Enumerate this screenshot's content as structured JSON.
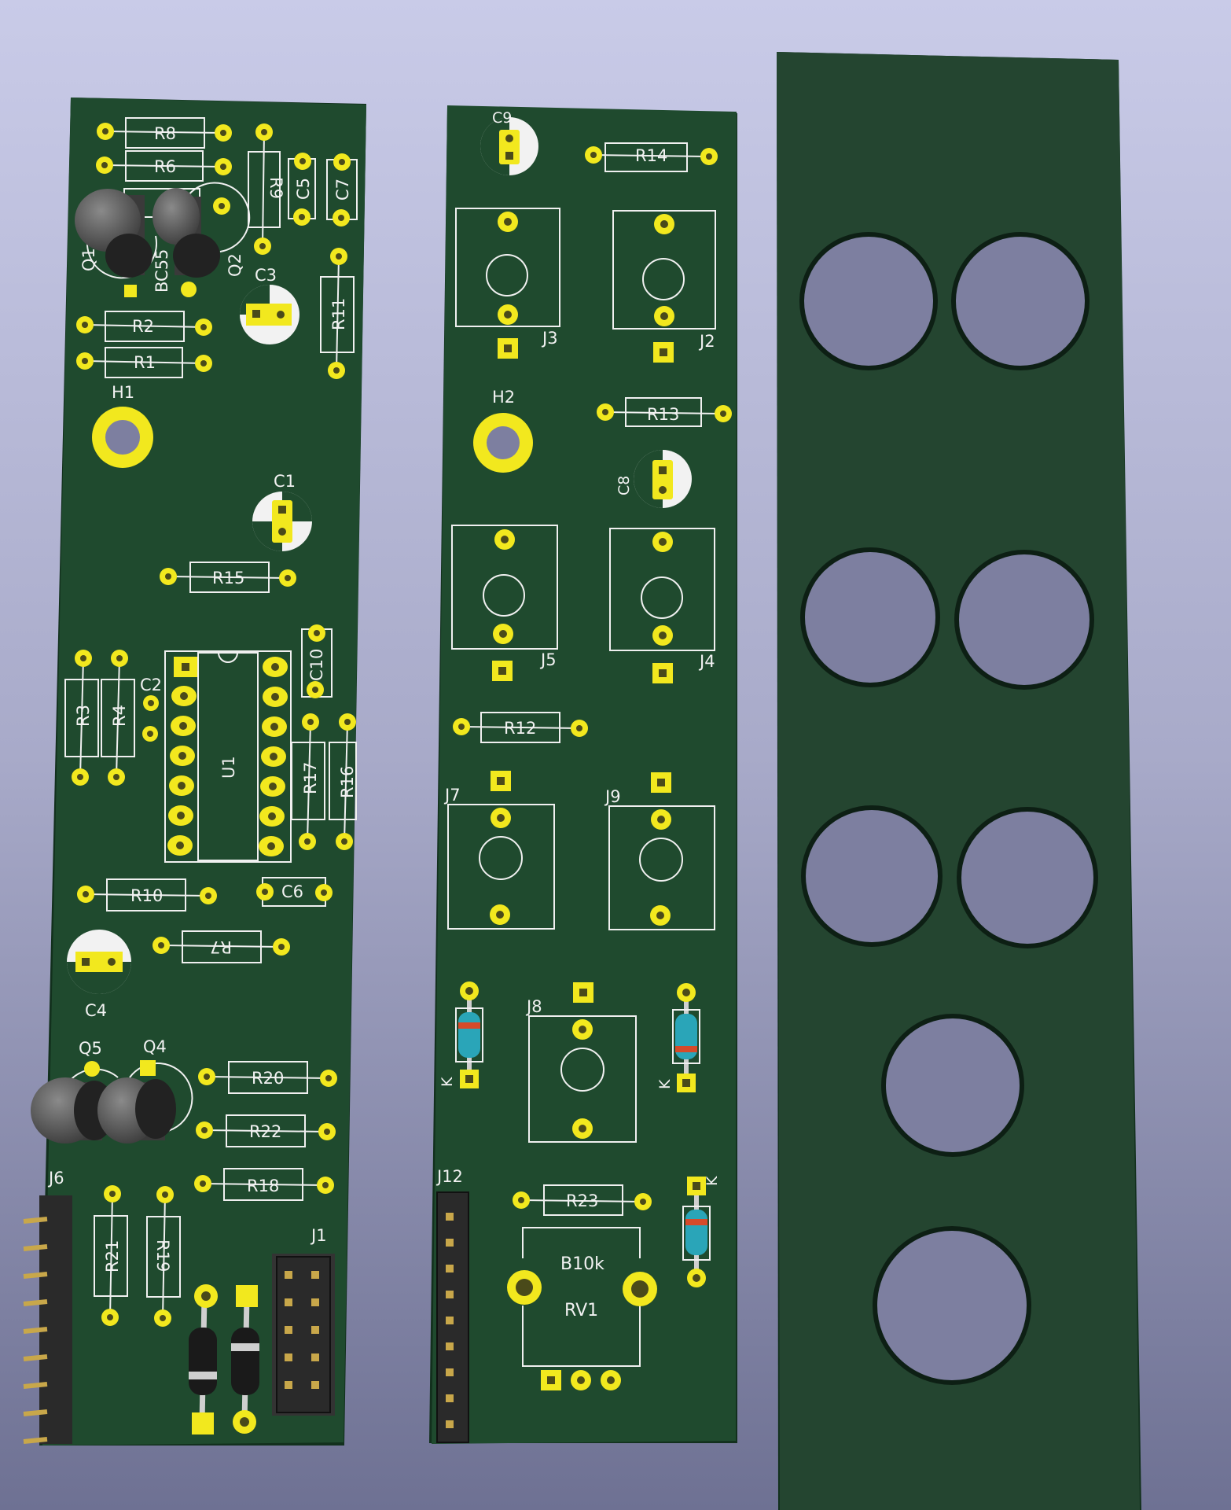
{
  "scene": {
    "colors": {
      "board": "#1f4a2e",
      "board_edge": "#12301d",
      "panel": "#244530",
      "silk": "#f0f0f0",
      "pad": "#f2e81e",
      "pad_center": "#6b6b2a",
      "transistor": "#555555",
      "header": "#2a2a2a",
      "pin": "#c8a74a"
    },
    "board_left": {
      "resistors": [
        "R8",
        "R6",
        "R9",
        "R2",
        "R1",
        "R11",
        "R15",
        "R3",
        "R4",
        "R17",
        "R16",
        "R10",
        "R7",
        "R20",
        "R22",
        "R18",
        "R21",
        "R19"
      ],
      "capacitors": [
        "C5",
        "C7",
        "C3",
        "C1",
        "C10",
        "C2",
        "C6",
        "C4"
      ],
      "transistors": [
        "Q1",
        "Q2",
        "Q5",
        "Q4"
      ],
      "transistor_part": "BC55",
      "hole": "H1",
      "ic": "U1",
      "headers": [
        "J6",
        "J1"
      ]
    },
    "board_middle": {
      "resistors": [
        "R14",
        "R13",
        "R12",
        "R23"
      ],
      "capacitors": [
        "C9",
        "C8"
      ],
      "jacks": [
        "J3",
        "J2",
        "J5",
        "J4",
        "J7",
        "J9",
        "J8"
      ],
      "hole": "H2",
      "header": "J12",
      "diode_mark": "K",
      "pot_value": "B10k",
      "pot_ref": "RV1"
    },
    "panel": {
      "hole_count": 8
    }
  }
}
